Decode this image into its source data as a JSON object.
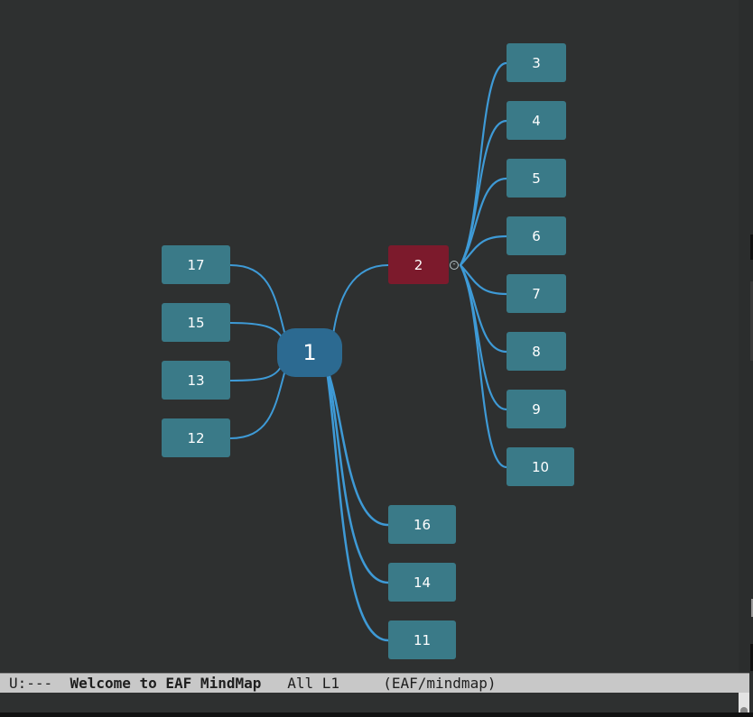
{
  "colors": {
    "background": "#2e3030",
    "node": "#3a7a88",
    "selected_node": "#7c1a2c",
    "root_node": "#2c6a91",
    "link": "#3e9ad6",
    "modeline_bg": "#c8c8c8"
  },
  "mindmap": {
    "root": {
      "id": "1",
      "label": "1"
    },
    "nodes": [
      {
        "id": "2",
        "label": "2",
        "parent": "1",
        "selected": true
      },
      {
        "id": "3",
        "label": "3",
        "parent": "2"
      },
      {
        "id": "4",
        "label": "4",
        "parent": "2"
      },
      {
        "id": "5",
        "label": "5",
        "parent": "2"
      },
      {
        "id": "6",
        "label": "6",
        "parent": "2"
      },
      {
        "id": "7",
        "label": "7",
        "parent": "2"
      },
      {
        "id": "8",
        "label": "8",
        "parent": "2"
      },
      {
        "id": "9",
        "label": "9",
        "parent": "2"
      },
      {
        "id": "10",
        "label": "10",
        "parent": "2"
      },
      {
        "id": "17",
        "label": "17",
        "parent": "1"
      },
      {
        "id": "15",
        "label": "15",
        "parent": "1"
      },
      {
        "id": "13",
        "label": "13",
        "parent": "1"
      },
      {
        "id": "12",
        "label": "12",
        "parent": "1"
      },
      {
        "id": "16",
        "label": "16",
        "parent": "1"
      },
      {
        "id": "14",
        "label": "14",
        "parent": "1"
      },
      {
        "id": "11",
        "label": "11",
        "parent": "1"
      }
    ],
    "collapse_toggle": "-"
  },
  "modeline": {
    "state": "U:---",
    "buffer_name": "Welcome to EAF MindMap",
    "position": "All L1",
    "mode": "(EAF/mindmap)"
  }
}
